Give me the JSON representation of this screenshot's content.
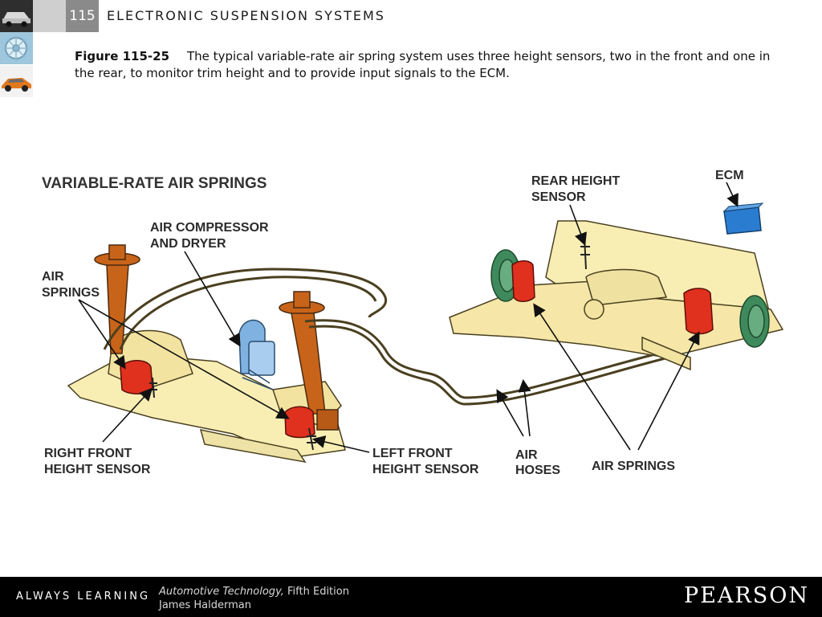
{
  "header": {
    "chapter_number": "115",
    "chapter_title": "ELECTRONIC SUSPENSION SYSTEMS"
  },
  "caption": {
    "figure_label": "Figure 115-25",
    "text": "The typical variable-rate air spring system uses three height sensors, two in the front and one in the rear, to monitor trim height and to provide input signals to the ECM."
  },
  "diagram": {
    "title": "VARIABLE-RATE AIR SPRINGS",
    "labels": {
      "air_compressor_1": "AIR COMPRESSOR",
      "air_compressor_2": "AND DRYER",
      "air_springs_left_1": "AIR",
      "air_springs_left_2": "SPRINGS",
      "right_front_1": "RIGHT FRONT",
      "right_front_2": "HEIGHT SENSOR",
      "left_front_1": "LEFT FRONT",
      "left_front_2": "HEIGHT SENSOR",
      "air_hoses_1": "AIR",
      "air_hoses_2": "HOSES",
      "air_springs_right": "AIR SPRINGS",
      "rear_height_1": "REAR HEIGHT",
      "rear_height_2": "SENSOR",
      "ecm": "ECM"
    },
    "colors": {
      "frame": "#f8eeb4",
      "air_spring": "#e0301e",
      "shock": "#c8641a",
      "compressor": "#7fb2e0",
      "ecm": "#2a7cd0",
      "brake_drum": "#3f8a5c"
    }
  },
  "footer": {
    "slogan": "ALWAYS LEARNING",
    "book_title": "Automotive Technology,",
    "edition": " Fifth Edition",
    "author": "James Halderman",
    "publisher": "PEARSON"
  }
}
